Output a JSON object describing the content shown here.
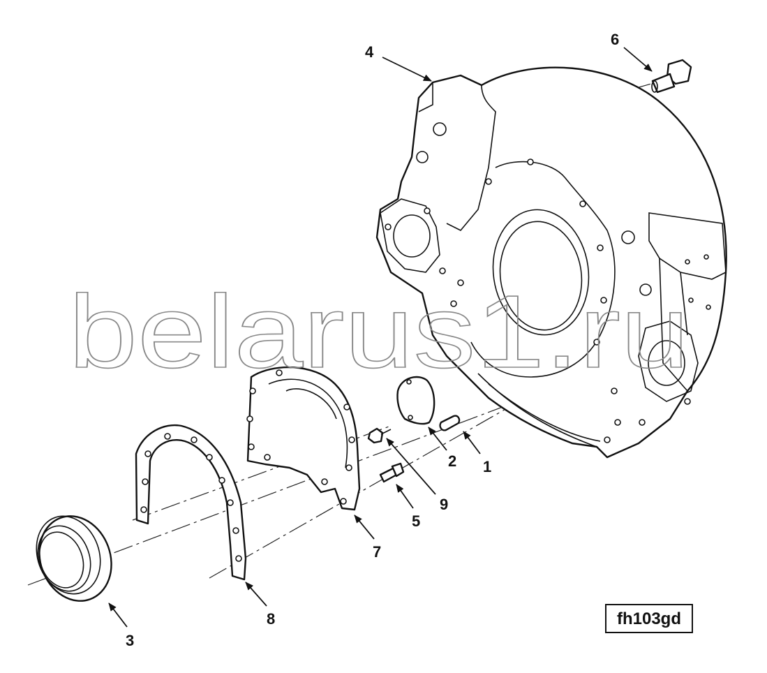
{
  "figure_tag": "fh103gd",
  "watermark": "belarus1.ru",
  "callouts": [
    {
      "id": "c1",
      "label": "1"
    },
    {
      "id": "c2",
      "label": "2"
    },
    {
      "id": "c3",
      "label": "3"
    },
    {
      "id": "c4",
      "label": "4"
    },
    {
      "id": "c5",
      "label": "5"
    },
    {
      "id": "c6",
      "label": "6"
    },
    {
      "id": "c7",
      "label": "7"
    },
    {
      "id": "c8",
      "label": "8"
    },
    {
      "id": "c9",
      "label": "9"
    }
  ]
}
